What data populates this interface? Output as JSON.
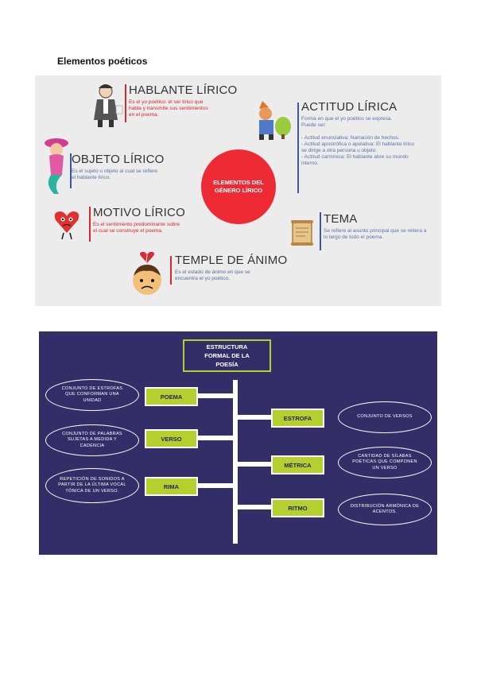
{
  "heading": "Elementos poéticos",
  "infographic": {
    "center": "ELEMENTOS DEL GÉNERO LÍRICO",
    "hablante": {
      "title": "HABLANTE LÍRICO",
      "desc": "Es el yo poético: el ser lírico que habla y transmite sus sentimientos en el poema."
    },
    "actitud": {
      "title": "ACTITUD LÍRICA",
      "desc": "Forma en que el yo poético se expresa. Puede ser:",
      "items": [
        "- Actitud enunciativa: Narración de hechos.",
        "- Actitud apostrófica o apelativa: El hablante lírico se dirige a otra persona u objeto.",
        "- Actitud carmínica: El hablante abre su mundo interno."
      ]
    },
    "objeto": {
      "title": "OBJETO LÍRICO",
      "desc": "Es el sujeto u objeto al cual se refiere el hablante lírico."
    },
    "motivo": {
      "title": "MOTIVO LÍRICO",
      "desc": "Es el sentimiento predominante sobre el cual se construye el poema."
    },
    "tema": {
      "title": "TEMA",
      "desc": "Se refiere al asunto principal que se reitera a lo largo de todo el poema."
    },
    "temple": {
      "title": "TEMPLE DE ÁNIMO",
      "desc": "Es el estado de ánimo en que se encuentra el yo poético."
    }
  },
  "diagram": {
    "title": "ESTRUCTURA FORMAL DE LA POESÍA",
    "left": [
      {
        "label": "POEMA",
        "def": "CONJUNTO DE ESTROFAS QUE CONFORMAN UNA UNIDAD"
      },
      {
        "label": "VERSO",
        "def": "CONJUNTO DE PALABRAS SUJETAS A MEDIDA Y CADENCIA"
      },
      {
        "label": "RIMA",
        "def": "REPETICIÓN DE SONIDOS A PARTIR DE LA ÚLTIMA VOCAL TÓNICA DE UN VERSO."
      }
    ],
    "right": [
      {
        "label": "ESTROFA",
        "def": "CONJUNTO DE VERSOS"
      },
      {
        "label": "MÉTRICA",
        "def": "CANTIDAD DE SÍLABAS POÉTICAS QUE COMPONEN UN VERSO"
      },
      {
        "label": "RITMO",
        "def": "DISTRIBUCIÓN ARMÓNICA DE ACENTOS."
      }
    ],
    "colors": {
      "background": "#342e68",
      "accent": "#b5cf2e"
    }
  }
}
